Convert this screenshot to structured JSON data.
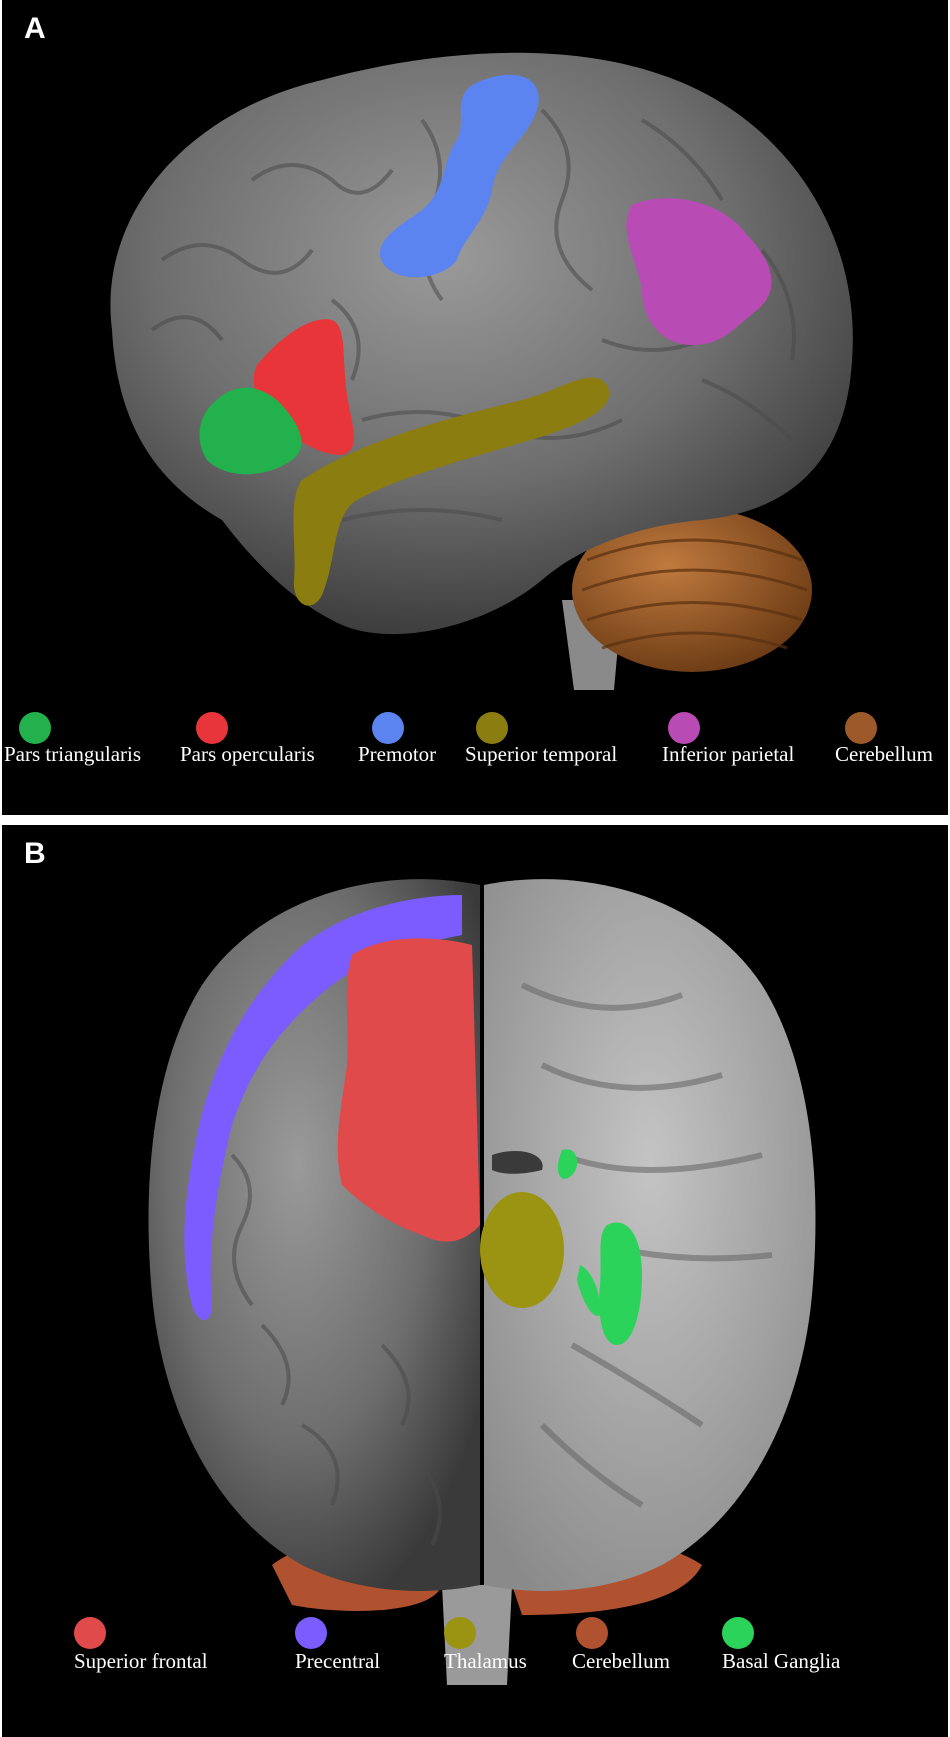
{
  "panel_a": {
    "letter": "A",
    "legend": [
      {
        "label": "Pars triangularis",
        "color": "#22b14c"
      },
      {
        "label": "Pars opercularis",
        "color": "#e8353a"
      },
      {
        "label": "Premotor",
        "color": "#5b84f0"
      },
      {
        "label": "Superior temporal",
        "color": "#8b7d10"
      },
      {
        "label": "Inferior parietal",
        "color": "#b94bb4"
      },
      {
        "label": "Cerebellum",
        "color": "#9c5a2a"
      }
    ]
  },
  "panel_b": {
    "letter": "B",
    "legend": [
      {
        "label": "Superior frontal",
        "color": "#e04a4a"
      },
      {
        "label": "Precentral",
        "color": "#7a5cff"
      },
      {
        "label": "Thalamus",
        "color": "#9a9412"
      },
      {
        "label": "Cerebellum",
        "color": "#b0522f"
      },
      {
        "label": "Basal Ganglia",
        "color": "#2cd35a"
      }
    ]
  }
}
